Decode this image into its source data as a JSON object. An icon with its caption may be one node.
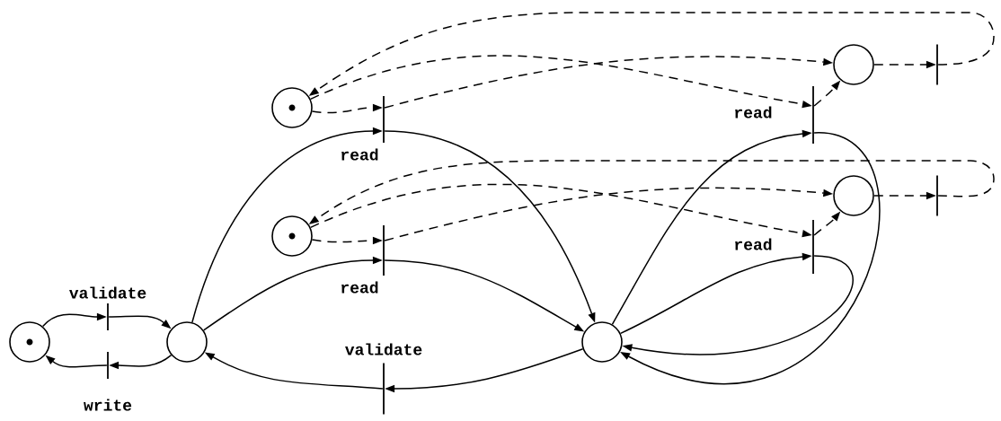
{
  "diagram": {
    "nodes": [
      {
        "text": [],
        "shape": "circle"
      },
      {
        "text": [],
        "shape": "circle"
      },
      {
        "text": [],
        "shape": "circle"
      },
      {
        "text": [],
        "shape": "circle"
      },
      {
        "text": [],
        "shape": "circle"
      },
      {
        "text": [],
        "shape": "circle"
      },
      {
        "text": [],
        "shape": "circle"
      },
      {
        "text": [],
        "shape": "bar",
        "beside": [
          "validate"
        ]
      },
      {
        "text": [],
        "shape": "bar",
        "beside": [
          "write"
        ]
      },
      {
        "text": [],
        "shape": "bar",
        "beside": [
          "validate"
        ]
      },
      {
        "text": [],
        "shape": "bar",
        "beside": [
          "read"
        ]
      },
      {
        "text": [],
        "shape": "bar",
        "beside": [
          "read"
        ]
      },
      {
        "text": [],
        "shape": "bar",
        "beside": [
          "read"
        ]
      },
      {
        "text": [],
        "shape": "bar",
        "beside": [
          "read"
        ]
      },
      {
        "text": [],
        "shape": "bar"
      },
      {
        "text": [],
        "shape": "bar"
      }
    ],
    "edges": [
      {
        "from": 0,
        "to": 7,
        "arrow": "to"
      },
      {
        "from": 7,
        "to": 1,
        "arrow": "to"
      },
      {
        "from": 1,
        "to": 8,
        "arrow": "to"
      },
      {
        "from": 8,
        "to": 0,
        "arrow": "to"
      },
      {
        "from": 2,
        "to": 9,
        "arrow": "to"
      },
      {
        "from": 9,
        "to": 1,
        "arrow": "to"
      },
      {
        "from": 1,
        "to": 10,
        "arrow": "to"
      },
      {
        "from": 10,
        "to": 2,
        "arrow": "to"
      },
      {
        "from": 1,
        "to": 11,
        "arrow": "to"
      },
      {
        "from": 11,
        "to": 2,
        "arrow": "to"
      },
      {
        "from": 2,
        "to": 12,
        "arrow": "to"
      },
      {
        "from": 12,
        "to": 2,
        "arrow": "to"
      },
      {
        "from": 2,
        "to": 13,
        "arrow": "to"
      },
      {
        "from": 13,
        "to": 2,
        "arrow": "to"
      },
      {
        "from": 3,
        "to": 10,
        "arrow": "to",
        "style": "dashed"
      },
      {
        "from": 10,
        "to": 5,
        "arrow": "to",
        "style": "dashed"
      },
      {
        "from": 3,
        "to": 12,
        "arrow": "to",
        "style": "dashed"
      },
      {
        "from": 12,
        "to": 5,
        "arrow": "to",
        "style": "dashed"
      },
      {
        "from": 5,
        "to": 14,
        "arrow": "to",
        "style": "dashed"
      },
      {
        "from": 14,
        "to": 3,
        "arrow": "to",
        "style": "dashed"
      },
      {
        "from": 4,
        "to": 11,
        "arrow": "to",
        "style": "dashed"
      },
      {
        "from": 11,
        "to": 6,
        "arrow": "to",
        "style": "dashed"
      },
      {
        "from": 4,
        "to": 13,
        "arrow": "to",
        "style": "dashed"
      },
      {
        "from": 13,
        "to": 6,
        "arrow": "to",
        "style": "dashed"
      },
      {
        "from": 6,
        "to": 15,
        "arrow": "to",
        "style": "dashed"
      },
      {
        "from": 15,
        "to": 4,
        "arrow": "to",
        "style": "dashed"
      }
    ]
  }
}
